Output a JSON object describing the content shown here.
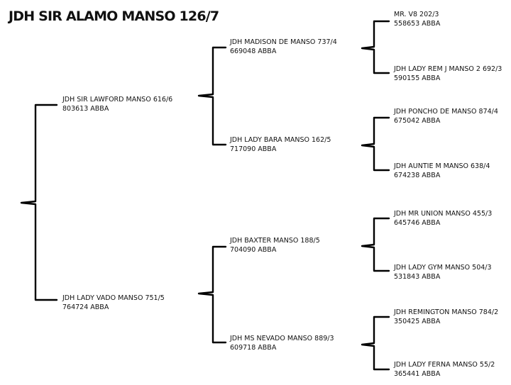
{
  "title": "JDH SIR ALAMO MANSO 126/7",
  "sire": {
    "name": "JDH SIR LAWFORD MANSO 616/6",
    "reg": "803613 ABBA"
  },
  "dam": {
    "name": "JDH LADY VADO MANSO 751/5",
    "reg": "764724 ABBA"
  },
  "sire_sire": {
    "name": "JDH MADISON DE MANSO 737/4",
    "reg": "669048 ABBA"
  },
  "sire_dam": {
    "name": "JDH LADY BARA MANSO  162/5",
    "reg": "717090 ABBA"
  },
  "dam_sire": {
    "name": "JDH BAXTER MANSO  188/5",
    "reg": "704090 ABBA"
  },
  "dam_dam": {
    "name": "JDH MS NEVADO MANSO 889/3",
    "reg": "609718 ABBA"
  },
  "ss_sire": {
    "name": "MR. V8 202/3",
    "reg": "558653 ABBA"
  },
  "ss_dam": {
    "name": "JDH LADY REM J MANSO 2 692/3",
    "reg": "590155 ABBA"
  },
  "sd_sire": {
    "name": "JDH PONCHO DE MANSO  874/4",
    "reg": "675042 ABBA"
  },
  "sd_dam": {
    "name": "JDH AUNTIE M MANSO  638/4",
    "reg": "674238 ABBA"
  },
  "ds_sire": {
    "name": "JDH MR UNION MANSO  455/3",
    "reg": "645746 ABBA"
  },
  "ds_dam": {
    "name": "JDH LADY GYM MANSO  504/3",
    "reg": "531843 ABBA"
  },
  "dd_sire": {
    "name": "JDH REMINGTON MANSO  784/2",
    "reg": "350425 ABBA"
  },
  "dd_dam": {
    "name": "JDH LADY FERNA  MANSO 55/2",
    "reg": "365441 ABBA"
  }
}
